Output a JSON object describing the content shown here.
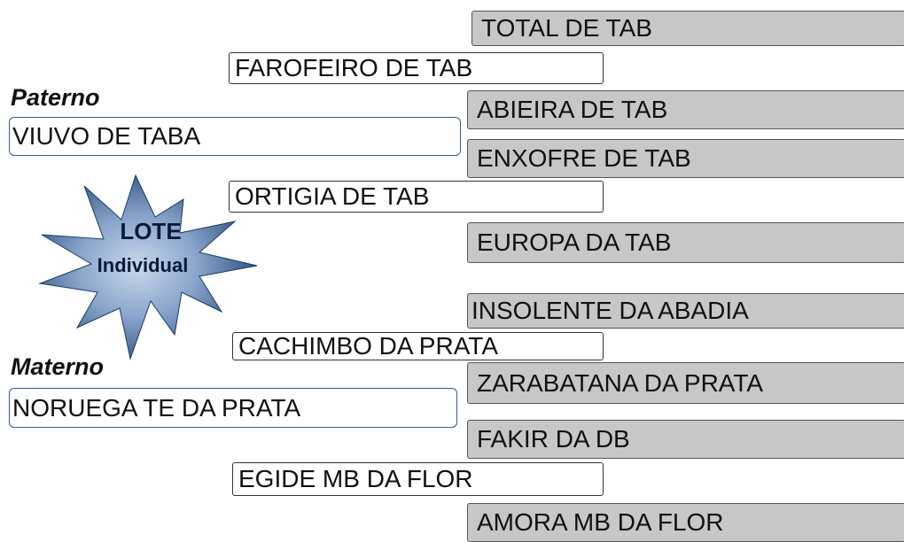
{
  "paterno": {
    "heading": "Paterno",
    "parent": "VIUVO DE TABA",
    "grandparents": [
      "FAROFEIRO DE TAB",
      "ORTIGIA DE TAB"
    ],
    "great_grandparents": [
      "TOTAL DE TAB",
      "ABIEIRA DE TAB",
      "ENXOFRE DE TAB",
      "EUROPA DA TAB"
    ]
  },
  "materno": {
    "heading": "Materno",
    "parent": "NORUEGA TE DA PRATA",
    "grandparents": [
      "CACHIMBO DA PRATA",
      "EGIDE MB DA FLOR"
    ],
    "great_grandparents": [
      "INSOLENTE DA ABADIA",
      "ZARABATANA DA PRATA",
      "FAKIR DA DB",
      "AMORA MB DA FLOR"
    ]
  },
  "badge": {
    "line1": "LOTE",
    "line2": "Individual"
  },
  "colors": {
    "star_dark": "#1f4574",
    "star_light": "#9fb7d6",
    "gray_box": "#c7c7c7",
    "parent_border": "#3a5a8a"
  }
}
